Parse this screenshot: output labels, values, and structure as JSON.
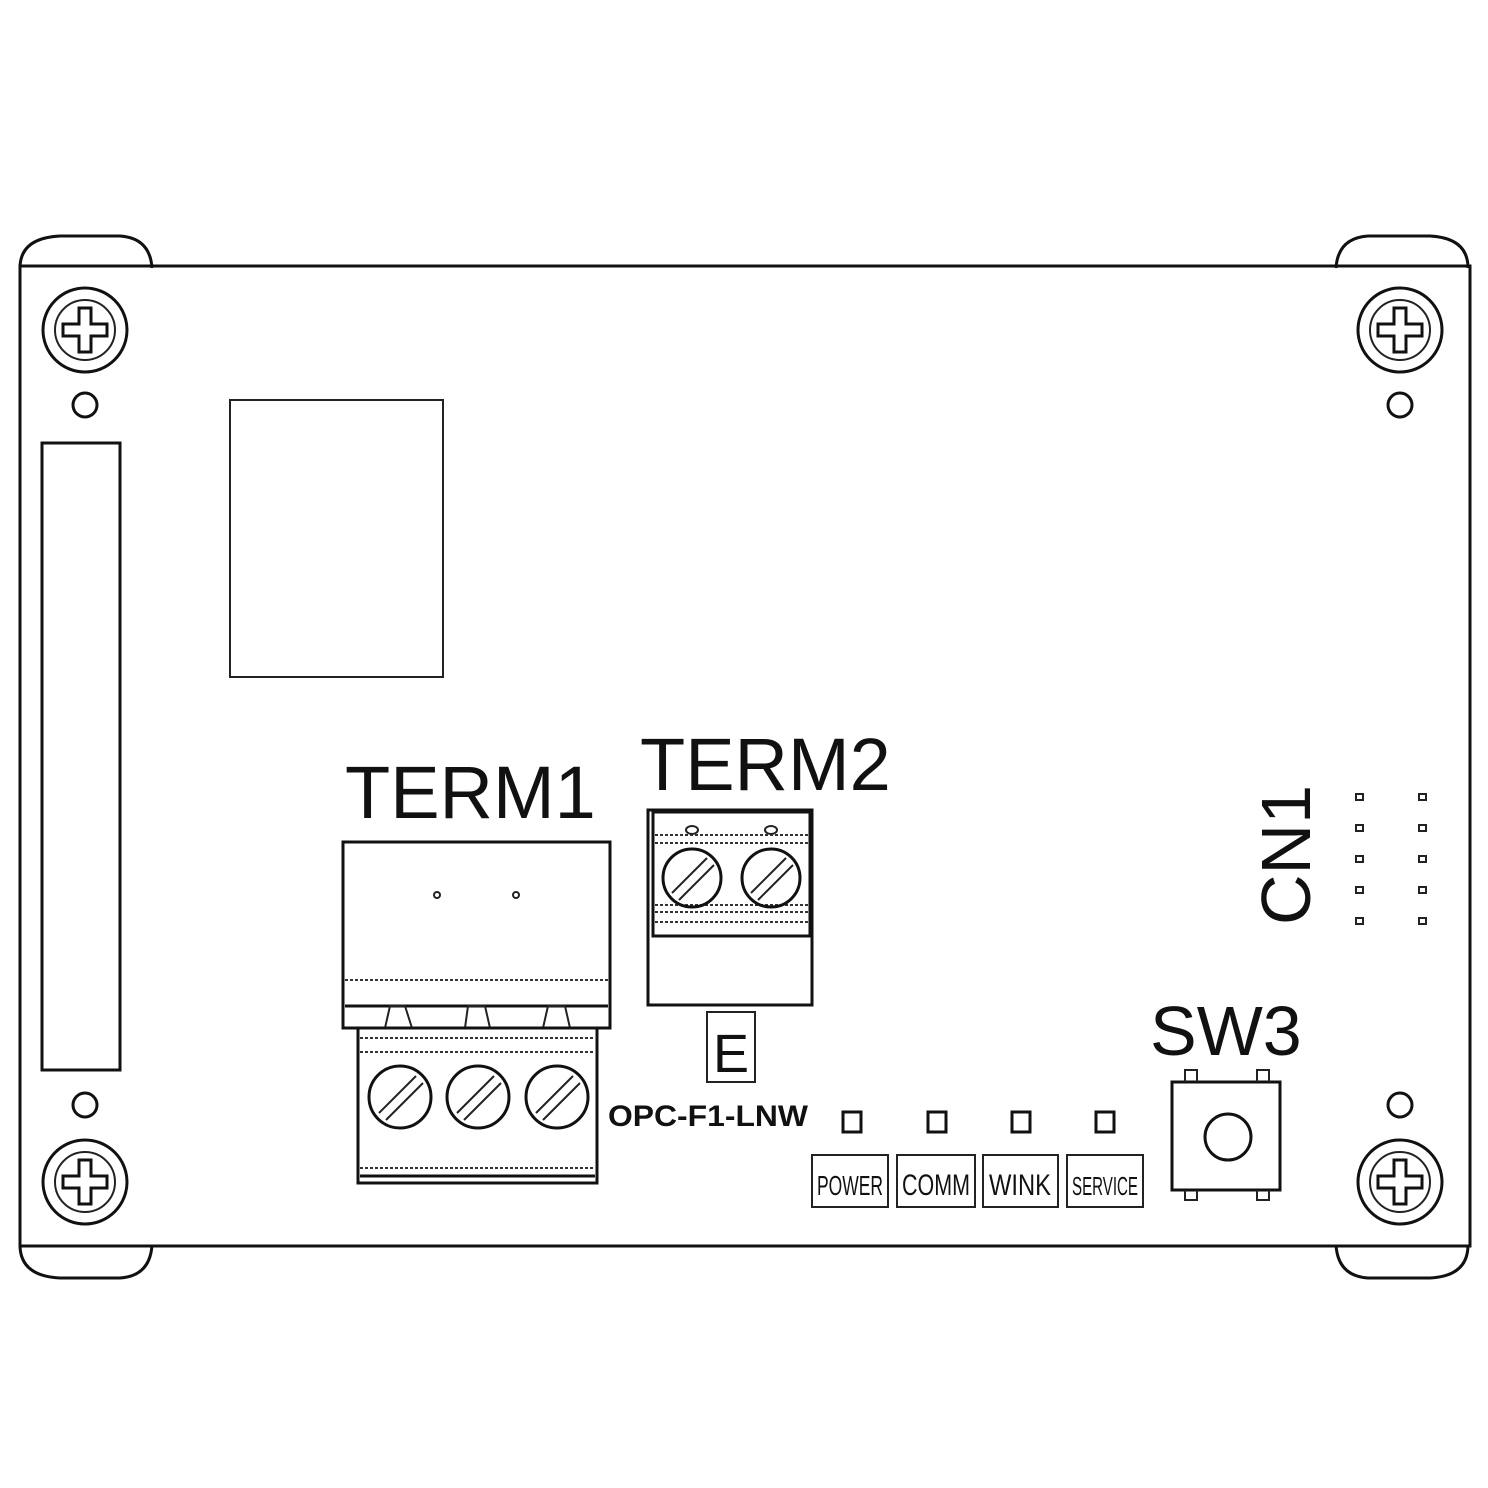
{
  "labels": {
    "term1": "TERM1",
    "term2": "TERM2",
    "sw3": "SW3",
    "cn1": "CN1",
    "e_mark": "E",
    "model": "OPC-F1-LNW"
  },
  "leds": [
    {
      "label": "POWER"
    },
    {
      "label": "COMM"
    },
    {
      "label": "WINK"
    },
    {
      "label": "SERVICE"
    }
  ]
}
